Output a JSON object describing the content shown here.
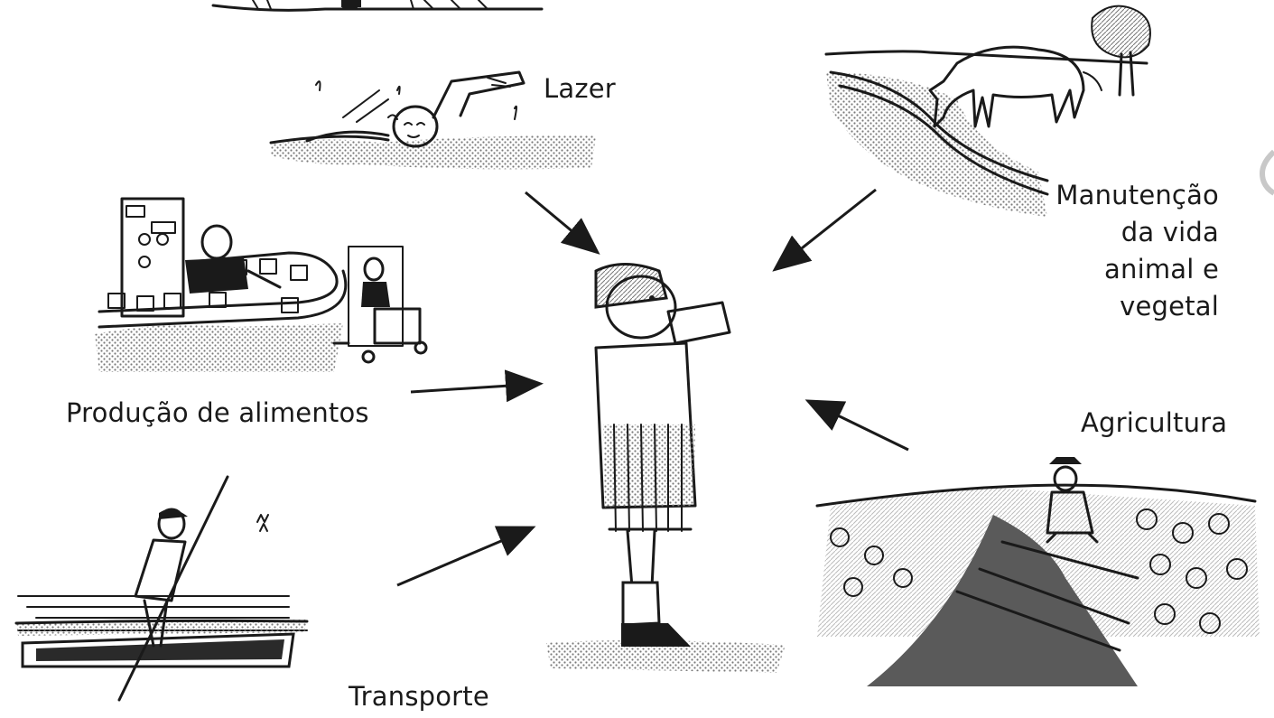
{
  "diagram": {
    "center_figure": "boy-with-binoculars",
    "labels": {
      "leisure": "Lazer",
      "life_maintenance": [
        "Manutenção",
        "da vida",
        "animal e",
        "vegetal"
      ],
      "food_production": "Produção de alimentos",
      "agriculture": "Agricultura",
      "transport": "Transporte"
    },
    "colors": {
      "ink": "#1a1a1a",
      "stipple": "#8a8a8a",
      "dark_fill": "#3a3a3a",
      "background": "#ffffff"
    }
  }
}
